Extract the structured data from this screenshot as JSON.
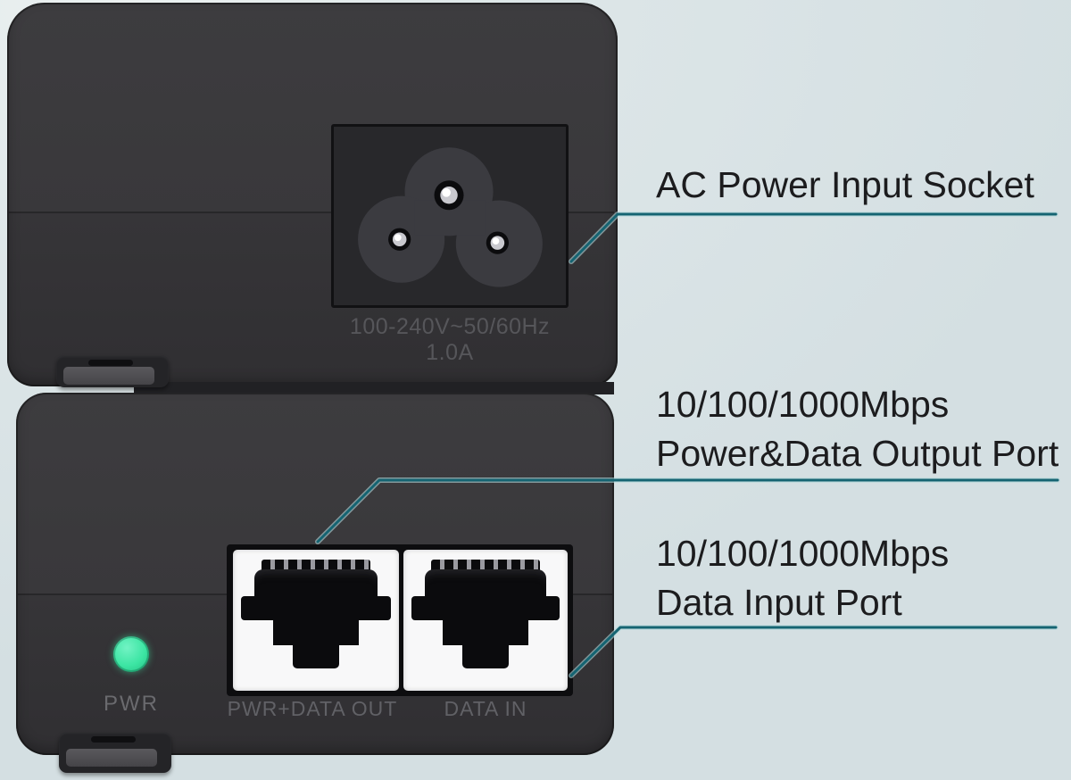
{
  "image_title": "PoE injector annotated product views",
  "colors": {
    "background": "#dde6e8",
    "device_body": "#39383b",
    "leader_line": "#156472",
    "leader_line_halo": "#b6d8dc",
    "annotation_text": "#1c1c1e",
    "engraved_text": "#56565a",
    "led_green": "#3ce5a3",
    "port_bezel": "#f8f8f9",
    "jack_black": "#0b0b0d"
  },
  "callouts": {
    "ac_power": {
      "text": "AC Power Input Socket"
    },
    "output_port": {
      "line1": "10/100/1000Mbps",
      "line2": "Power&Data Output Port"
    },
    "input_port": {
      "line1": "10/100/1000Mbps",
      "line2": "Data Input Port"
    }
  },
  "device_back": {
    "view": "rear view with AC inlet",
    "power_rating": "100-240V~50/60Hz 1.0A"
  },
  "device_front": {
    "view": "front view with ethernet ports",
    "led": {
      "label": "PWR",
      "state": "on",
      "color": "#3ce5a3"
    },
    "output_port_label": "PWR+DATA OUT",
    "input_port_label": "DATA IN"
  }
}
